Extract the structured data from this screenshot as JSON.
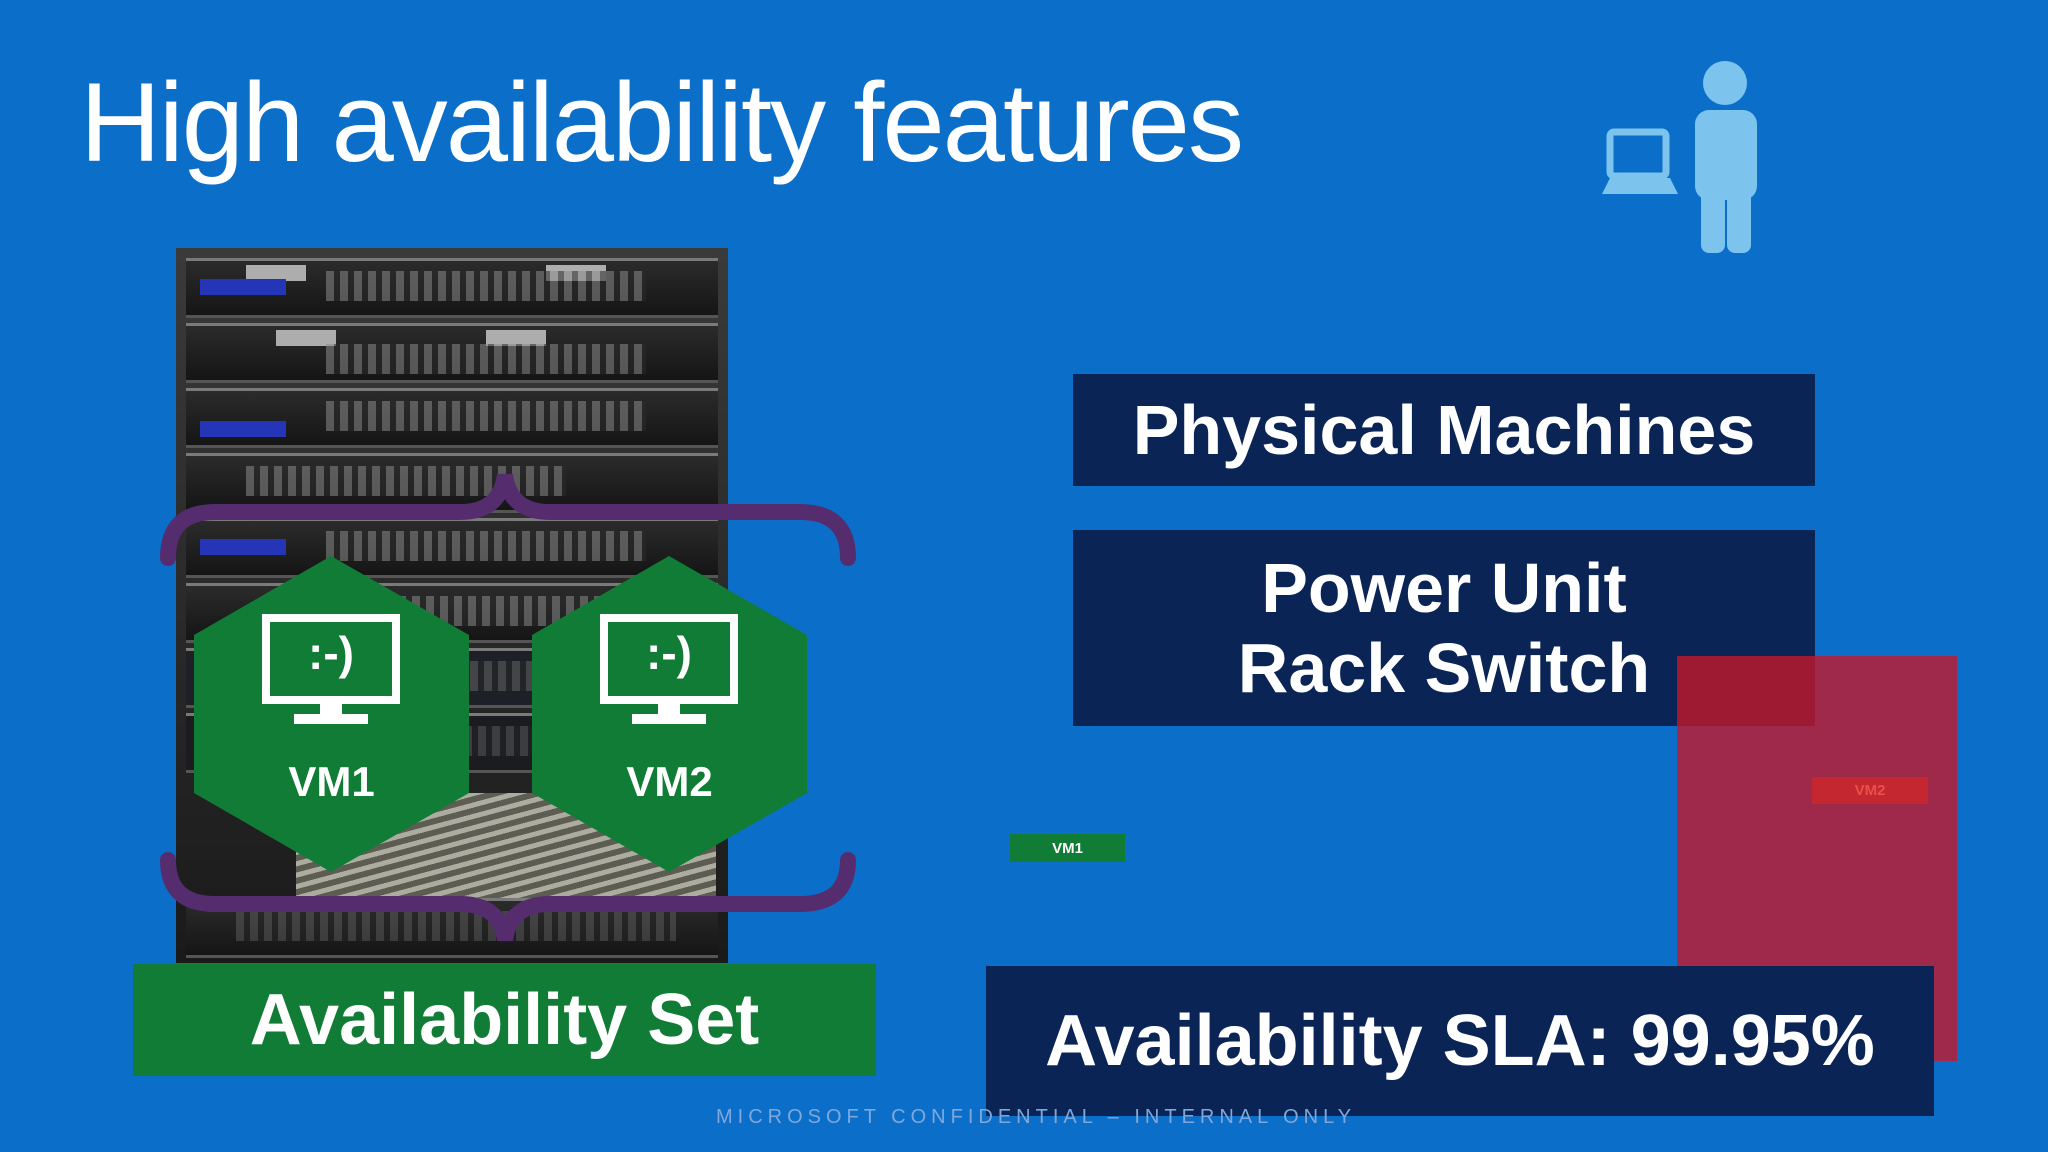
{
  "slide": {
    "title": "High availability features",
    "footer": "MICROSOFT CONFIDENTIAL – INTERNAL ONLY"
  },
  "left_panel": {
    "vm1_label": "VM1",
    "vm2_label": "VM2",
    "vm_screen_text": ":-)",
    "availability_set_label": "Availability Set"
  },
  "right_panel": {
    "physical_machines_label": "Physical Machines",
    "power_unit_label": "Power Unit",
    "rack_switch_label": "Rack Switch",
    "sla_label": "Availability SLA: 99.95%",
    "small_vm1_label": "VM1",
    "small_vm2_label": "VM2"
  },
  "colors": {
    "background": "#0b6fca",
    "navy_box": "#0b2456",
    "vm_green": "#107c35",
    "brace_purple": "#552d6e",
    "fault_red": "#c81628",
    "user_icon": "#7cc3ee"
  },
  "icons": {
    "user": "user-with-laptop-icon",
    "vm": "monitor-icon"
  }
}
